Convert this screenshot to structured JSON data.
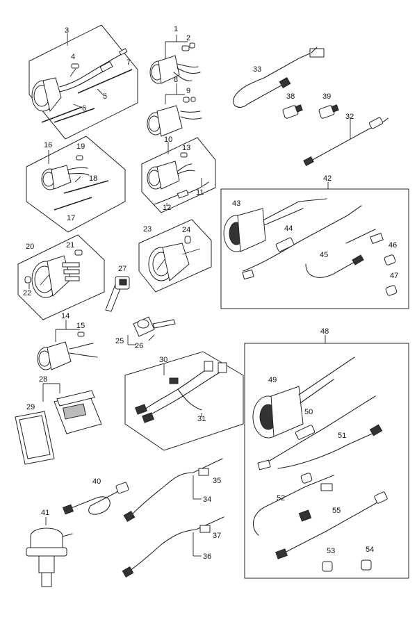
{
  "callouts": [
    {
      "id": "c1",
      "text": "1"
    },
    {
      "id": "c2",
      "text": "2"
    },
    {
      "id": "c3",
      "text": "3"
    },
    {
      "id": "c4",
      "text": "4"
    },
    {
      "id": "c5",
      "text": "5"
    },
    {
      "id": "c6",
      "text": "6"
    },
    {
      "id": "c7",
      "text": "7"
    },
    {
      "id": "c8",
      "text": "8"
    },
    {
      "id": "c9",
      "text": "9"
    },
    {
      "id": "c10",
      "text": "10"
    },
    {
      "id": "c11",
      "text": "11"
    },
    {
      "id": "c12",
      "text": "12"
    },
    {
      "id": "c13",
      "text": "13"
    },
    {
      "id": "c14",
      "text": "14"
    },
    {
      "id": "c15",
      "text": "15"
    },
    {
      "id": "c16",
      "text": "16"
    },
    {
      "id": "c17",
      "text": "17"
    },
    {
      "id": "c18",
      "text": "18"
    },
    {
      "id": "c19",
      "text": "19"
    },
    {
      "id": "c20",
      "text": "20"
    },
    {
      "id": "c21",
      "text": "21"
    },
    {
      "id": "c22",
      "text": "22"
    },
    {
      "id": "c23",
      "text": "23"
    },
    {
      "id": "c24",
      "text": "24"
    },
    {
      "id": "c25",
      "text": "25"
    },
    {
      "id": "c26",
      "text": "26"
    },
    {
      "id": "c27",
      "text": "27"
    },
    {
      "id": "c28",
      "text": "28"
    },
    {
      "id": "c29",
      "text": "29"
    },
    {
      "id": "c30",
      "text": "30"
    },
    {
      "id": "c31",
      "text": "31"
    },
    {
      "id": "c32",
      "text": "32"
    },
    {
      "id": "c33",
      "text": "33"
    },
    {
      "id": "c34",
      "text": "34"
    },
    {
      "id": "c35",
      "text": "35"
    },
    {
      "id": "c36",
      "text": "36"
    },
    {
      "id": "c37",
      "text": "37"
    },
    {
      "id": "c38",
      "text": "38"
    },
    {
      "id": "c39",
      "text": "39"
    },
    {
      "id": "c40",
      "text": "40"
    },
    {
      "id": "c41",
      "text": "41"
    },
    {
      "id": "c42",
      "text": "42"
    },
    {
      "id": "c43",
      "text": "43"
    },
    {
      "id": "c44",
      "text": "44"
    },
    {
      "id": "c45",
      "text": "45"
    },
    {
      "id": "c46",
      "text": "46"
    },
    {
      "id": "c47",
      "text": "47"
    },
    {
      "id": "c48",
      "text": "48"
    },
    {
      "id": "c49",
      "text": "49"
    },
    {
      "id": "c50",
      "text": "50"
    },
    {
      "id": "c51",
      "text": "51"
    },
    {
      "id": "c52",
      "text": "52"
    },
    {
      "id": "c53",
      "text": "53"
    },
    {
      "id": "c54",
      "text": "54"
    },
    {
      "id": "c55",
      "text": "55"
    }
  ]
}
